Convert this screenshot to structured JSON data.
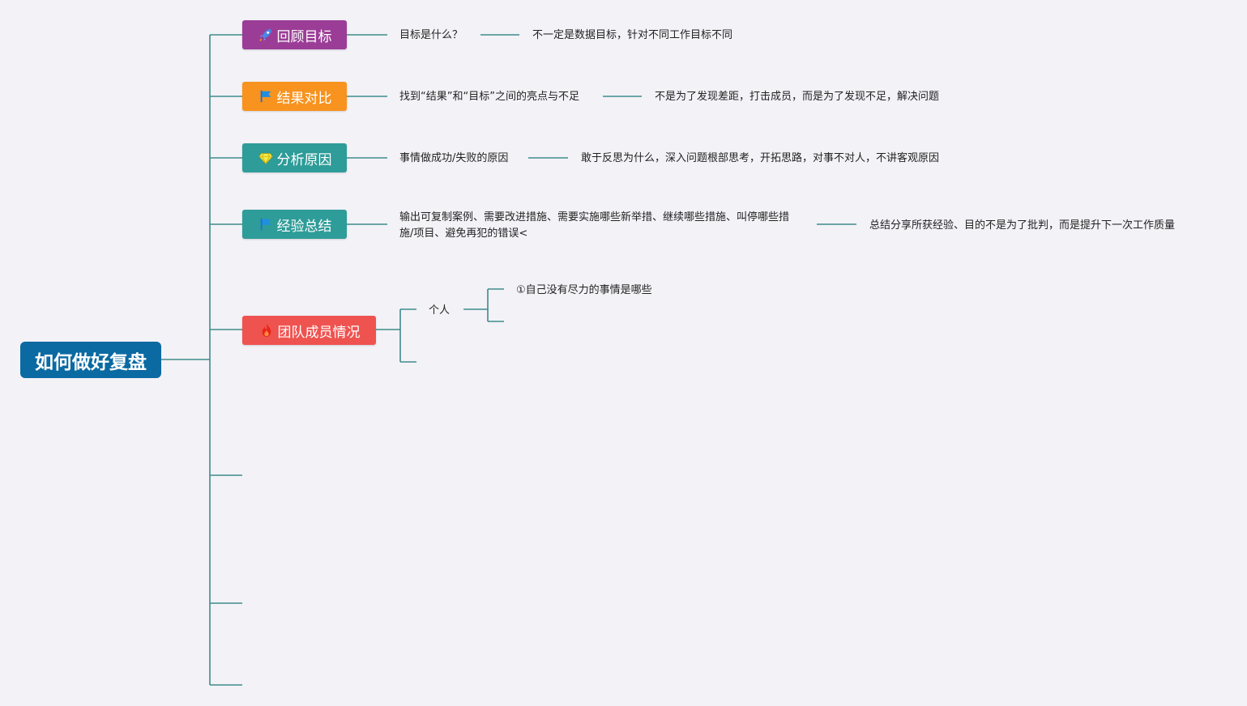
{
  "root": {
    "label": "如何做好复盘",
    "color": "#0b6aa2"
  },
  "branches": [
    {
      "label": "回顾目标",
      "icon": "rocket-icon",
      "color": "#9b3d97",
      "detail": "目标是什么？",
      "note": "不一定是数据目标，针对不同工作目标不同"
    },
    {
      "label": "结果对比",
      "icon": "flag-icon",
      "color": "#f7931e",
      "detail": "找到“结果”和“目标”之间的亮点与不足",
      "note": "不是为了发现差距，打击成员，而是为了发现不足，解决问题"
    },
    {
      "label": "分析原因",
      "icon": "gem-icon",
      "color": "#2e9c98",
      "detail": "事情做成功/失败的原因",
      "note": "敢于反思为什么，深入问题根部思考，开拓思路，对事不对人，不讲客观原因"
    },
    {
      "label": "经验总结",
      "icon": "flag-icon",
      "color": "#2e9c98",
      "detail": "输出可复制案例、需要改进措施、需要实施哪些新举措、继续哪些措施、叫停哪些措施/项目、避免再犯的错误<",
      "note": "总结分享所获经验、目的不是为了批判，而是提升下一次工作质量"
    },
    {
      "label": "团队成员情况",
      "icon": "fire-icon",
      "color": "#ef5350",
      "sub": {
        "label": "个人",
        "items": [
          "①自己没有尽力的事情是哪些"
        ]
      }
    }
  ],
  "colors": {
    "connector": "#3e8c8c",
    "background": "#f3f2f7"
  }
}
